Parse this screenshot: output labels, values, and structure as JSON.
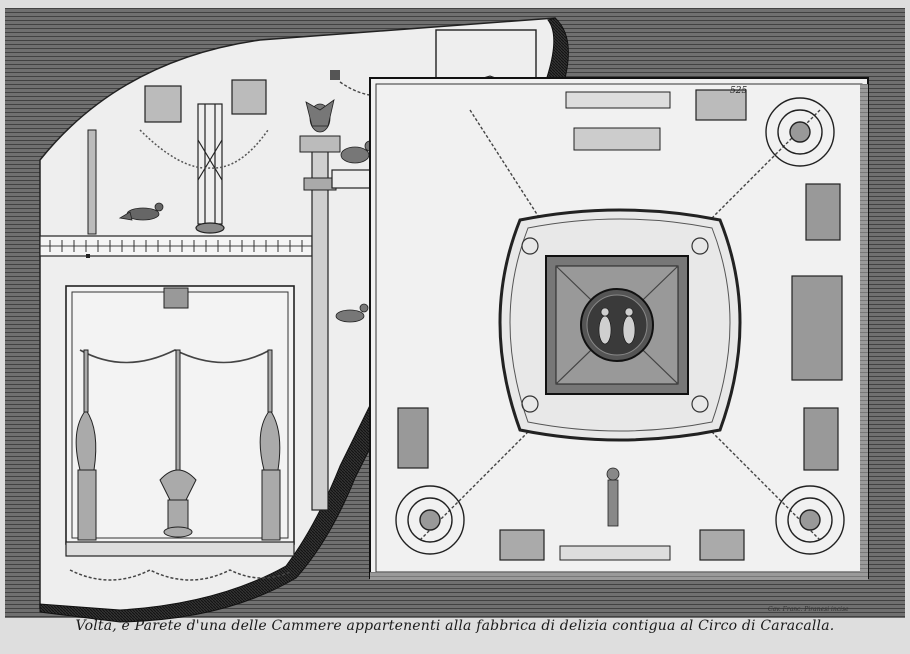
{
  "caption": "Volta, e Parete d'una delle Cammere appartenenti alla fabbrica di delizia contigua al Circo di Caracalla.",
  "plate_number": "525",
  "signature": "Cav. Franc. Piranesi incise",
  "colors": {
    "paper": "#e9e9e9",
    "ink": "#1c1c1c",
    "hatch": "#5a5a5a",
    "panel": "#f2f2f2",
    "shadow": "#3a3a3a"
  }
}
